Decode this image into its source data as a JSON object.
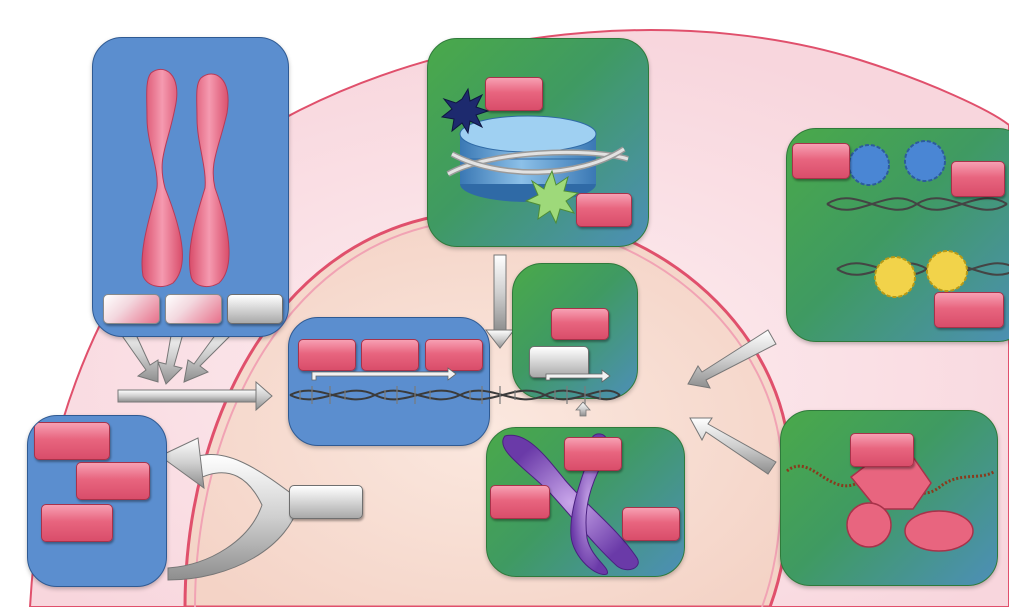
{
  "diagram": {
    "colors": {
      "cell_fill": "#fbe1e6",
      "nucleus_fill": "#f7ddd2",
      "membrane": "#e0506c",
      "panel_blue": "#5b8ecf",
      "panel_green": "#4aa94a",
      "label_pink": "#e8657f",
      "label_gray": "#c8c8c8",
      "arrow": "#c9c9c9"
    },
    "panels": [
      {
        "id": "chromosomes",
        "color": "blue",
        "icon": "homologous-chromosomes-icon"
      },
      {
        "id": "nucleosome",
        "color": "green",
        "icon": "histone-octamer-icon"
      },
      {
        "id": "dna-binding-proteins",
        "color": "green",
        "icon": "protein-bound-dna-icon"
      },
      {
        "id": "gene-expression",
        "color": "blue",
        "icon": "dna-double-helix-icon"
      },
      {
        "id": "transcription-unit",
        "color": "green",
        "icon": "arrow-icon"
      },
      {
        "id": "chromatin",
        "color": "green",
        "icon": "x-chromosome-icon"
      },
      {
        "id": "rna-complex",
        "color": "green",
        "icon": "rna-protein-complex-icon"
      },
      {
        "id": "feedback",
        "color": "blue",
        "icon": "curved-arrow-icon"
      }
    ],
    "labels_text": []
  }
}
